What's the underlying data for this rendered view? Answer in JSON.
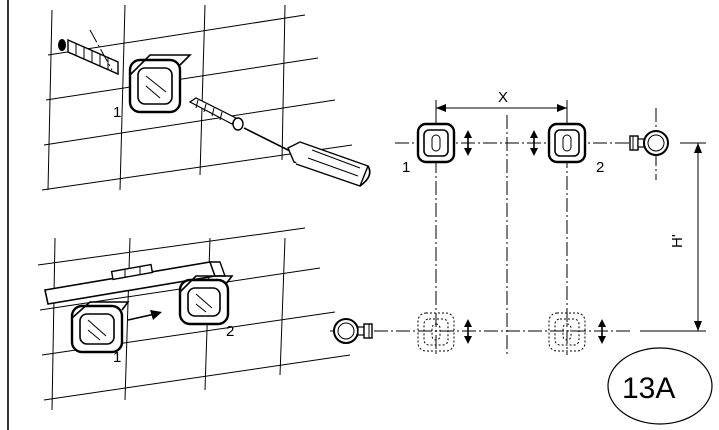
{
  "figure_id": "13A",
  "panel_top": {
    "bracket_label": "1"
  },
  "panel_bottom": {
    "bracket_left_label": "1",
    "bracket_right_label": "2"
  },
  "schematic": {
    "dimension_horizontal": "X",
    "dimension_vertical": "H'",
    "bracket_left_label": "1",
    "bracket_right_label": "2"
  }
}
